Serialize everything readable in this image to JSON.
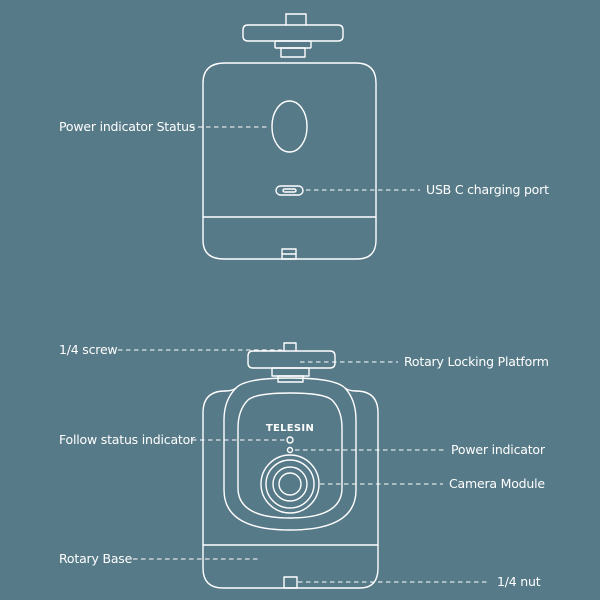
{
  "colors": {
    "background": "#577a88",
    "line": "#ffffff"
  },
  "brand": {
    "logo_text": "TELESIN"
  },
  "top_view": {
    "callouts": {
      "power_status": "Power indicator Status",
      "usb": "USB C charging port"
    }
  },
  "front_view": {
    "callouts": {
      "screw": "1/4 screw",
      "locking_platform": "Rotary Locking Platform",
      "follow_status": "Follow status indicator",
      "power_indicator": "Power indicator",
      "camera_module": "Camera Module",
      "rotary_base": "Rotary Base",
      "nut": "1/4 nut"
    }
  }
}
